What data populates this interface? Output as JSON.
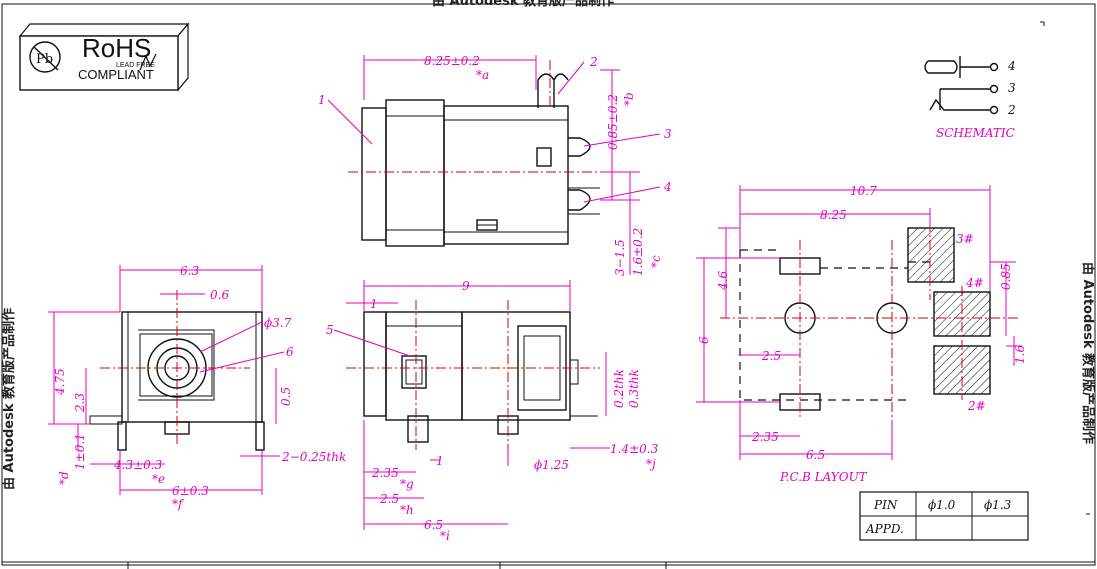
{
  "watermark": {
    "top": "由 Autodesk 教育版产品制作",
    "left": "由 Autodesk 教育版产品制作",
    "right": "由 Autodesk 教育版产品制作"
  },
  "rohs": {
    "title": "RoHS",
    "subtitle": "COMPLIANT",
    "small": "LEAD FREE",
    "logo_letters": "Pb"
  },
  "top_view": {
    "dim_width": "8.25±0.2",
    "dim_width_ref": "*a",
    "dim_b": "0.85±0.2",
    "dim_b_ref": "*b",
    "dim_c": "1.6±0.2",
    "dim_c_ref": "*c",
    "dim_315": "3−1.5",
    "callouts": [
      "1",
      "2",
      "3",
      "4"
    ]
  },
  "schematic": {
    "label": "SCHEMATIC",
    "pins": [
      "4",
      "3",
      "2"
    ]
  },
  "front_view": {
    "dim_63": "6.3",
    "dim_06": "0.6",
    "dim_37": "ϕ3.7",
    "callout_6": "6",
    "dim_475": "4.75",
    "dim_23": "2.3",
    "dim_05": "0.5",
    "dim_1": "1±0.1",
    "dim_1_ref": "*d",
    "dim_43": "4.3±0.3",
    "dim_43_ref": "*e",
    "dim_6": "6±0.3",
    "dim_6_ref": "*f",
    "dim_thk": "2−0.25thk"
  },
  "side_view": {
    "dim_9": "9",
    "dim_1": "1",
    "callout_5": "5",
    "dim_02": "0.2thk",
    "dim_03": "0.3thk",
    "dim_14": "1.4±0.3",
    "dim_14_ref": "*j",
    "dim_125": "ϕ1.25",
    "dim_235": "2.35",
    "dim_235_ref": "*g",
    "callout_1": "1",
    "dim_25": "2.5",
    "dim_25_ref": "*h",
    "dim_65": "6.5",
    "dim_65_ref": "*i"
  },
  "pcb": {
    "label": "P.C.B  LAYOUT",
    "dim_107": "10.7",
    "dim_825": "8.25",
    "dim_46": "4.6",
    "dim_6": "6",
    "dim_25": "2.5",
    "dim_235": "2.35",
    "dim_65": "6.5",
    "dim_085": "0.85",
    "dim_16": "1.6",
    "pad_3": "3#",
    "pad_4": "4#",
    "pad_2": "2#"
  },
  "table": {
    "headers": [
      "PIN",
      "ϕ1.0",
      "ϕ1.3"
    ],
    "row_label": "APPD."
  }
}
